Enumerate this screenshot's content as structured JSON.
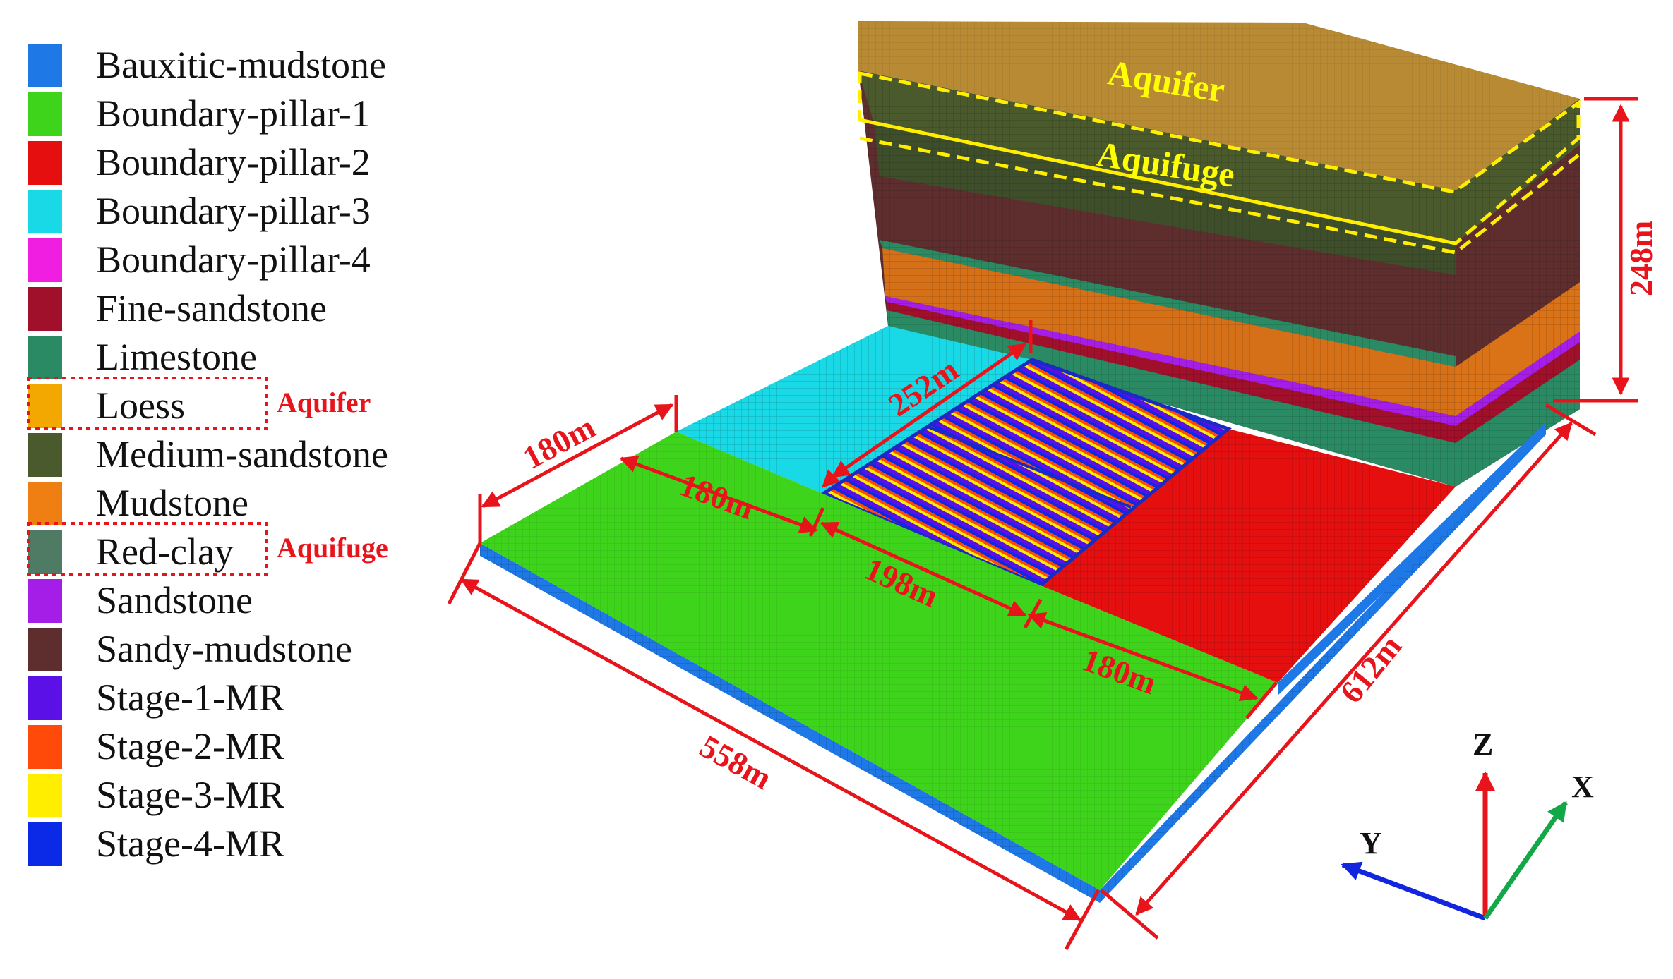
{
  "legend": {
    "items": [
      {
        "label": "Bauxitic-mudstone",
        "color": "#1e78e6"
      },
      {
        "label": "Boundary-pillar-1",
        "color": "#3fd41c"
      },
      {
        "label": "Boundary-pillar-2",
        "color": "#e60f0f"
      },
      {
        "label": "Boundary-pillar-3",
        "color": "#19d9e6"
      },
      {
        "label": "Boundary-pillar-4",
        "color": "#ef1ee0"
      },
      {
        "label": "Fine-sandstone",
        "color": "#a0102a"
      },
      {
        "label": "Limestone",
        "color": "#2a8a63"
      },
      {
        "label": "Loess",
        "color": "#f2a800"
      },
      {
        "label": "Medium-sandstone",
        "color": "#4a5a2c"
      },
      {
        "label": "Mudstone",
        "color": "#f07f13"
      },
      {
        "label": "Red-clay",
        "color": "#4f7a63"
      },
      {
        "label": "Sandstone",
        "color": "#a51ee8"
      },
      {
        "label": "Sandy-mudstone",
        "color": "#5e2e2e"
      },
      {
        "label": "Stage-1-MR",
        "color": "#5b10e8"
      },
      {
        "label": "Stage-2-MR",
        "color": "#ff4a0a"
      },
      {
        "label": "Stage-3-MR",
        "color": "#ffee00"
      },
      {
        "label": "Stage-4-MR",
        "color": "#0a2ae8"
      }
    ],
    "loess_tag": "Aquifer",
    "redclay_tag": "Aquifuge"
  },
  "model": {
    "top_label_aquifer": "Aquifer",
    "top_label_aquifuge": "Aquifuge",
    "dims": {
      "height": "248m",
      "depth": "612m",
      "width": "558m",
      "left_pillar": "180m",
      "mid_pillar": "180m",
      "panel_width": "198m",
      "right_pillar": "180m",
      "panel_length": "252m"
    }
  },
  "axes": {
    "x": "X",
    "y": "Y",
    "z": "Z"
  }
}
